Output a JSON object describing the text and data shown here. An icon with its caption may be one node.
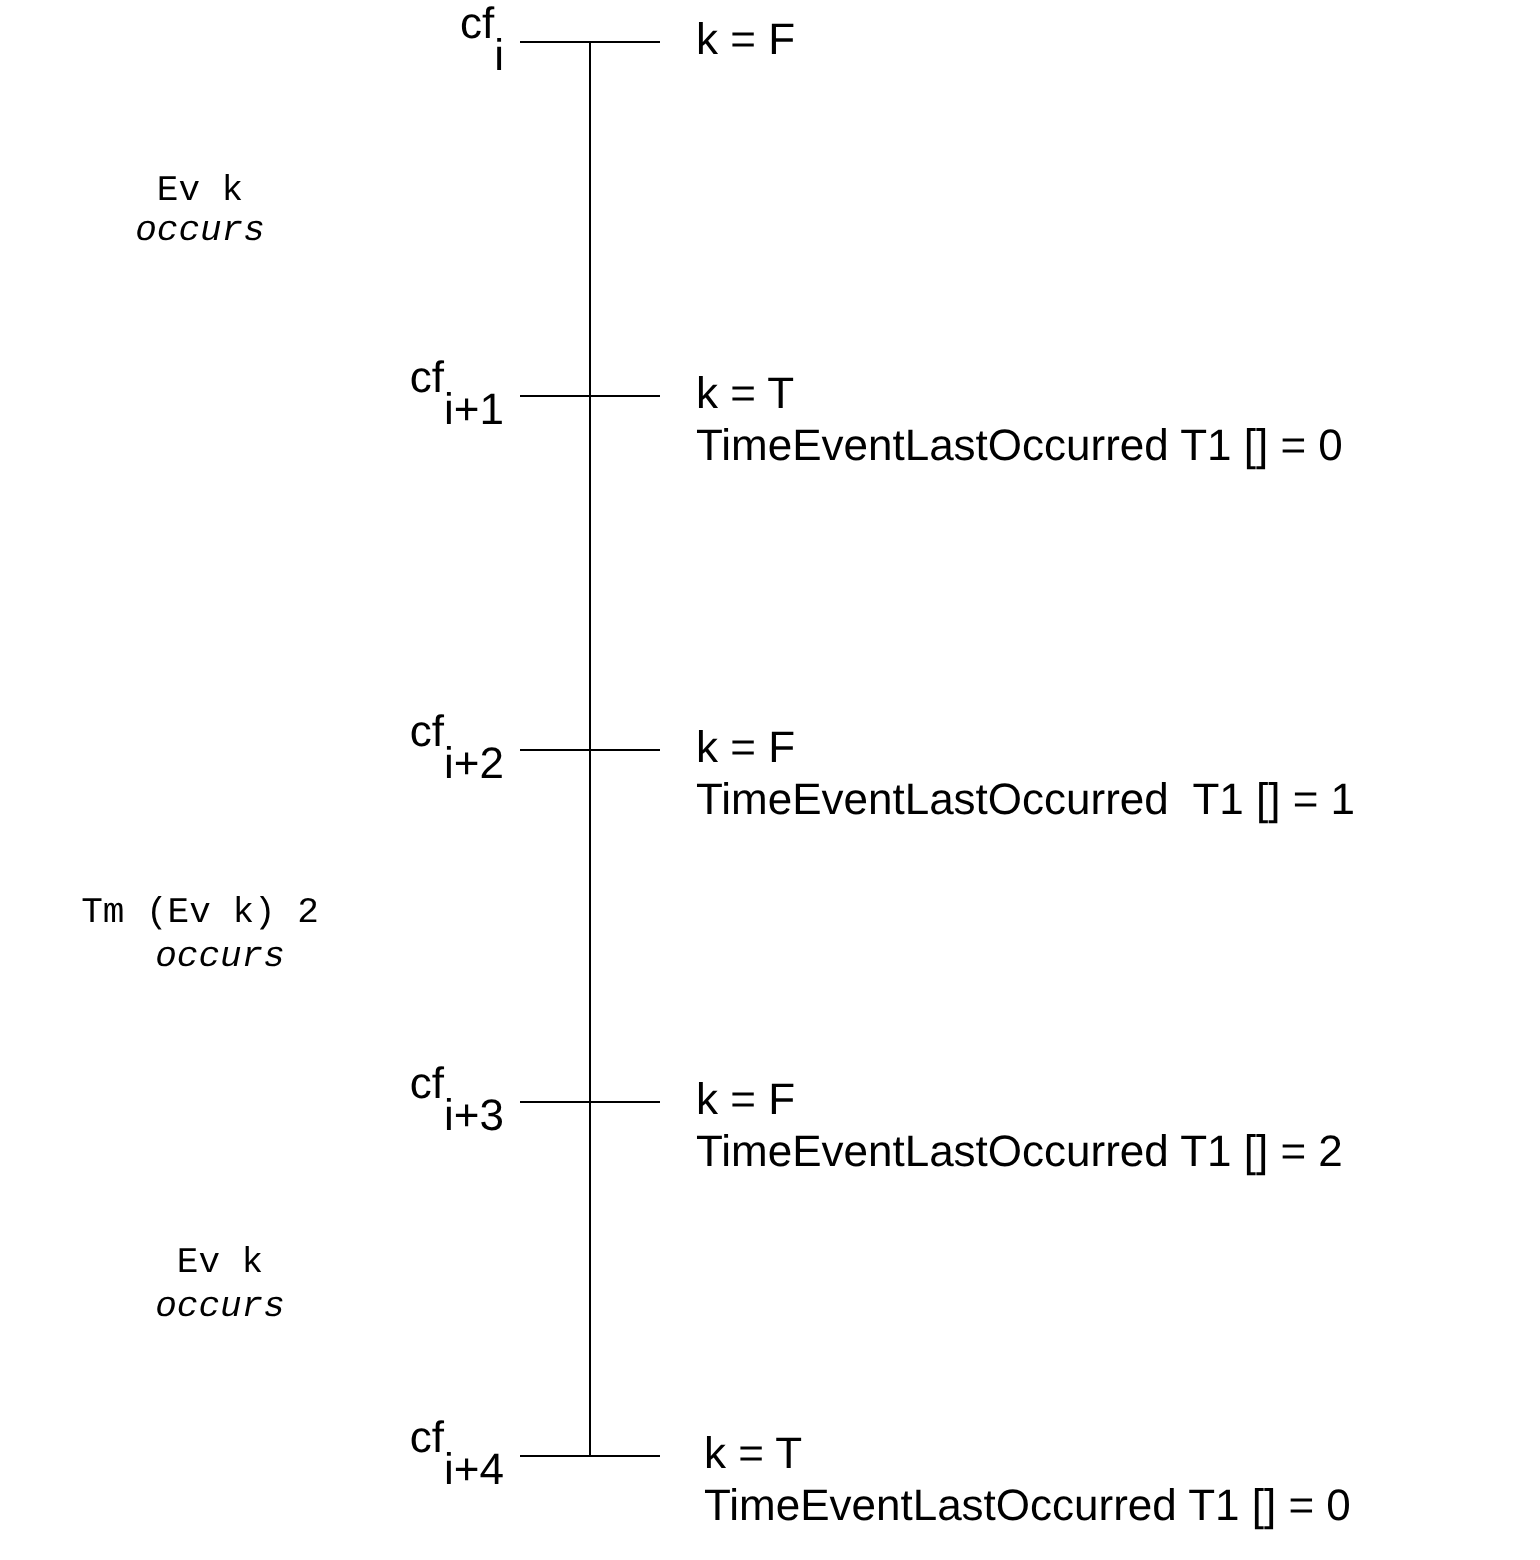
{
  "diagram": {
    "labels": [
      "cf$_{i}$",
      "k = F",
      "Ev k",
      "occurs",
      "cf$_{i+1}$",
      "k = T",
      "TimeEventLastOccurred T1 [] = 0",
      "cf$_{i+2}$",
      "k = F",
      "TimeEventLastOccurred  T1 [] = 1",
      "Tm (Ev k) 2",
      "occurs",
      "cf$_{i+3}$",
      "k = F",
      "TimeEventLastOccurred T1 [] = 2",
      "Ev k",
      "occurs",
      "cf$_{i+4}$",
      "k = T",
      "TimeEventLastOccurred T1 [] = 0"
    ]
  }
}
